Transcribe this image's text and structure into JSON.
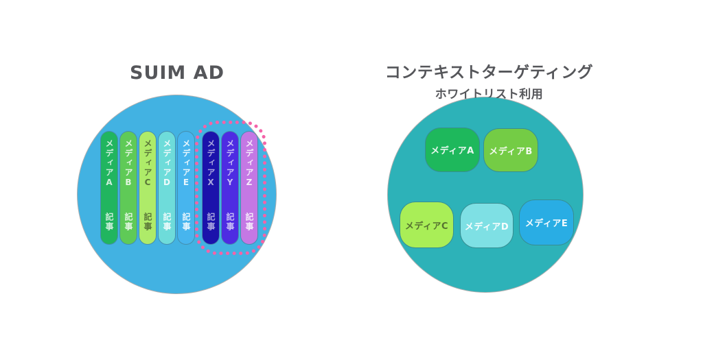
{
  "heading_color": "#55565a",
  "left_panel": {
    "title": "SUIM AD",
    "circle_color": "#42b2e2",
    "highlight_color": "#f463a8",
    "pills": [
      {
        "media": "メディアA",
        "article": "記事",
        "color": "#21b55f",
        "text_color": "rgba(255,255,255,0.78)"
      },
      {
        "media": "メディアB",
        "article": "記事",
        "color": "#5fca57",
        "text_color": "rgba(255,255,255,0.82)"
      },
      {
        "media": "メディアC",
        "article": "記事",
        "color": "#aeeb69",
        "text_color": "rgba(45,55,30,0.65)"
      },
      {
        "media": "メディアD",
        "article": "記事",
        "color": "#6edcda",
        "text_color": "rgba(255,255,255,0.88)"
      },
      {
        "media": "メディアE",
        "article": "記事",
        "color": "#47b5ee",
        "text_color": "rgba(255,255,255,0.88)"
      },
      {
        "media": "メディアX",
        "article": "記事",
        "color": "#1b12ab",
        "text_color": "rgba(255,255,255,0.62)"
      },
      {
        "media": "メディアY",
        "article": "記事",
        "color": "#4e2ce2",
        "text_color": "rgba(255,255,255,0.68)"
      },
      {
        "media": "メディアZ",
        "article": "記事",
        "color": "#c478e4",
        "text_color": "rgba(255,255,255,0.85)"
      }
    ]
  },
  "right_panel": {
    "title": "コンテキストターゲティング",
    "subtitle": "ホワイトリスト利用",
    "circle_color": "#2db2b8",
    "boxes": [
      {
        "label": "メディアA",
        "color": "#1eb85c",
        "text_color": "rgba(255,255,255,0.9)"
      },
      {
        "label": "メディアB",
        "color": "#74cc45",
        "text_color": "rgba(255,255,255,0.9)"
      },
      {
        "label": "メディアC",
        "color": "#a9ee57",
        "text_color": "rgba(45,55,30,0.68)"
      },
      {
        "label": "メディアD",
        "color": "#7ee0e4",
        "text_color": "rgba(255,255,255,0.95)"
      },
      {
        "label": "メディアE",
        "color": "#29ade4",
        "text_color": "rgba(255,255,255,0.95)"
      }
    ]
  }
}
